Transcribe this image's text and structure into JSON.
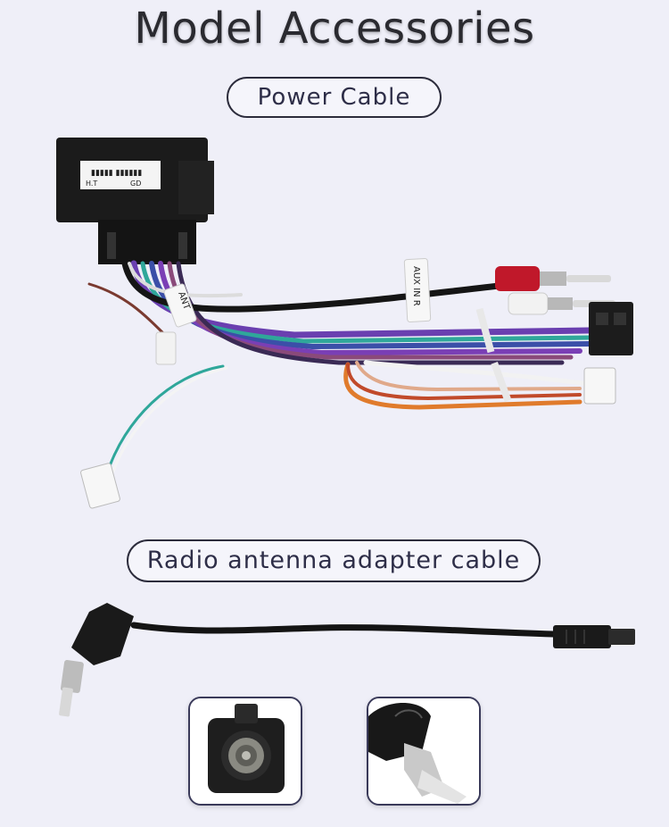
{
  "page": {
    "title": "Model Accessories"
  },
  "sections": [
    {
      "label": "Power Cable"
    },
    {
      "label": "Radio antenna adapter cable"
    }
  ],
  "harness_tags": {
    "connector_label": "H.T",
    "connector_label_2": "GD",
    "aux_tag": "AUX IN R",
    "ant_tag": "ANT"
  },
  "colors": {
    "background": "#efeff8",
    "rca_red": "#c0182a",
    "rca_white": "#f2f2f2",
    "wire_purple": "#6a3fb0",
    "wire_teal": "#2fa79a",
    "wire_orange": "#e07b2c",
    "wire_black": "#151515"
  }
}
